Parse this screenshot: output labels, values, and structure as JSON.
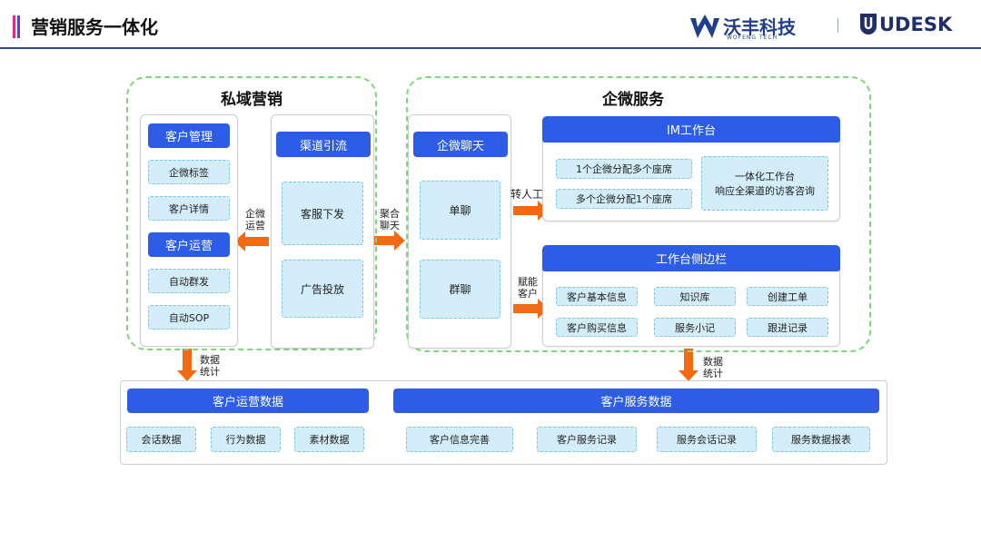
{
  "header": {
    "title": "营销服务一体化",
    "brand_name": "沃丰科技",
    "brand_sub": "WOFENG TECH",
    "udesk": "UDESK",
    "colors": {
      "accent_pink": "#e02a8a",
      "accent_purple": "#6a3bd6",
      "brand_blue": "#1f3f8c"
    }
  },
  "private_domain": {
    "title": "私域营销",
    "customer_mgmt": "客户管理",
    "mgmt_items": [
      "企微标签",
      "客户详情"
    ],
    "customer_ops": "客户运营",
    "ops_items": [
      "自动群发",
      "自动SOP"
    ],
    "channel": "渠道引流",
    "channel_items": [
      "客服下发",
      "广告投放"
    ],
    "arrow_ops": [
      "企微",
      "运营"
    ],
    "arrow_aggregate": [
      "聚合",
      "聊天"
    ]
  },
  "wecom_service": {
    "title": "企微服务",
    "chat": "企微聊天",
    "chat_items": [
      "单聊",
      "群聊"
    ],
    "arrow_transfer": "转人工",
    "arrow_empower": [
      "赋能",
      "客户"
    ],
    "im_workbench": "IM工作台",
    "im_items": [
      "1个企微分配多个座席",
      "多个企微分配1个座席"
    ],
    "im_unified": [
      "一体化工作台",
      "响应全渠道的访客咨询"
    ],
    "sidebar": "工作台侧边栏",
    "sidebar_items": [
      "客户基本信息",
      "知识库",
      "创建工单",
      "客户购买信息",
      "服务小记",
      "跟进记录"
    ]
  },
  "data_layer": {
    "stat_label": [
      "数据",
      "统计"
    ],
    "ops_data": "客户运营数据",
    "ops_data_items": [
      "会话数据",
      "行为数据",
      "素材数据"
    ],
    "service_data": "客户服务数据",
    "service_data_items": [
      "客户信息完善",
      "客户服务记录",
      "服务会话记录",
      "服务数据报表"
    ]
  },
  "colors": {
    "blue": "#2d5de6",
    "chip_fill": "#d3eefa",
    "dash_green": "#7ed87a",
    "arrow": "#f46a12"
  }
}
